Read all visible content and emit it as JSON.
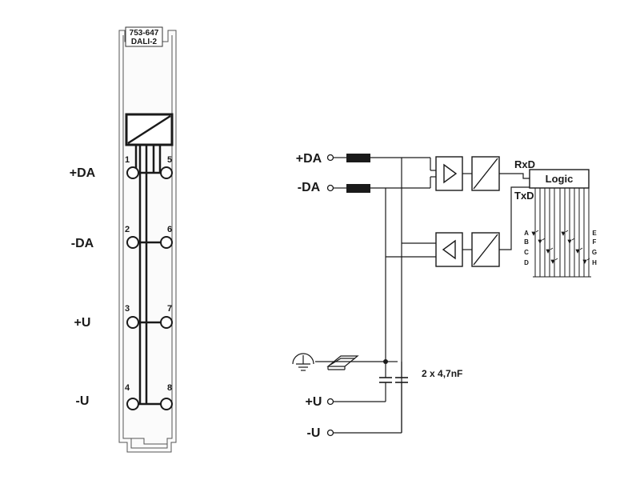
{
  "module": {
    "part_number": "753-647",
    "type_label": "DALI-2"
  },
  "terminals": [
    {
      "label": "+DA",
      "left_pin": "1",
      "right_pin": "5"
    },
    {
      "label": "-DA",
      "left_pin": "2",
      "right_pin": "6"
    },
    {
      "label": "+U",
      "left_pin": "3",
      "right_pin": "7"
    },
    {
      "label": "-U",
      "left_pin": "4",
      "right_pin": "8"
    }
  ],
  "schematic": {
    "inputs": {
      "plus_da": "+DA",
      "minus_da": "-DA",
      "plus_u": "+U",
      "minus_u": "-U"
    },
    "rxd_label": "RxD",
    "txd_label": "TxD",
    "logic_label": "Logic",
    "capacitor_label": "2 x 4,7nF",
    "led_labels_left": [
      "A",
      "B",
      "C",
      "D"
    ],
    "led_labels_right": [
      "E",
      "F",
      "G",
      "H"
    ]
  }
}
